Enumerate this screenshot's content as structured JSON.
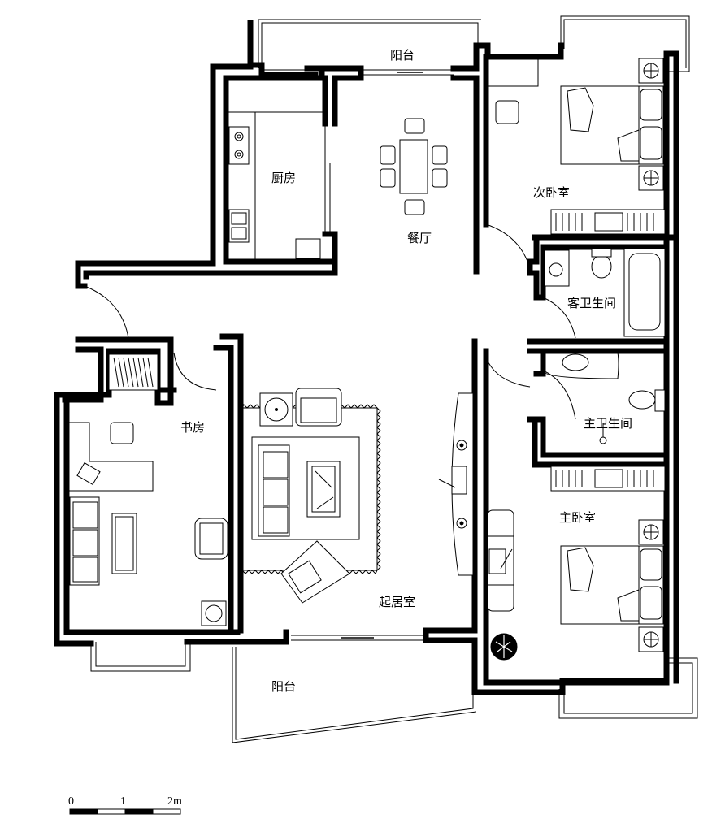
{
  "rooms": {
    "balcony_north": "阳台",
    "kitchen": "厨房",
    "dining": "餐厅",
    "bedroom_second": "次卧室",
    "guest_bathroom": "客卫生间",
    "study": "书房",
    "master_bathroom": "主卫生间",
    "master_bedroom": "主卧室",
    "living_room": "起居室",
    "balcony_south": "阳台"
  },
  "scale_bar": {
    "tick_0": "0",
    "tick_1": "1",
    "tick_2": "2m"
  }
}
